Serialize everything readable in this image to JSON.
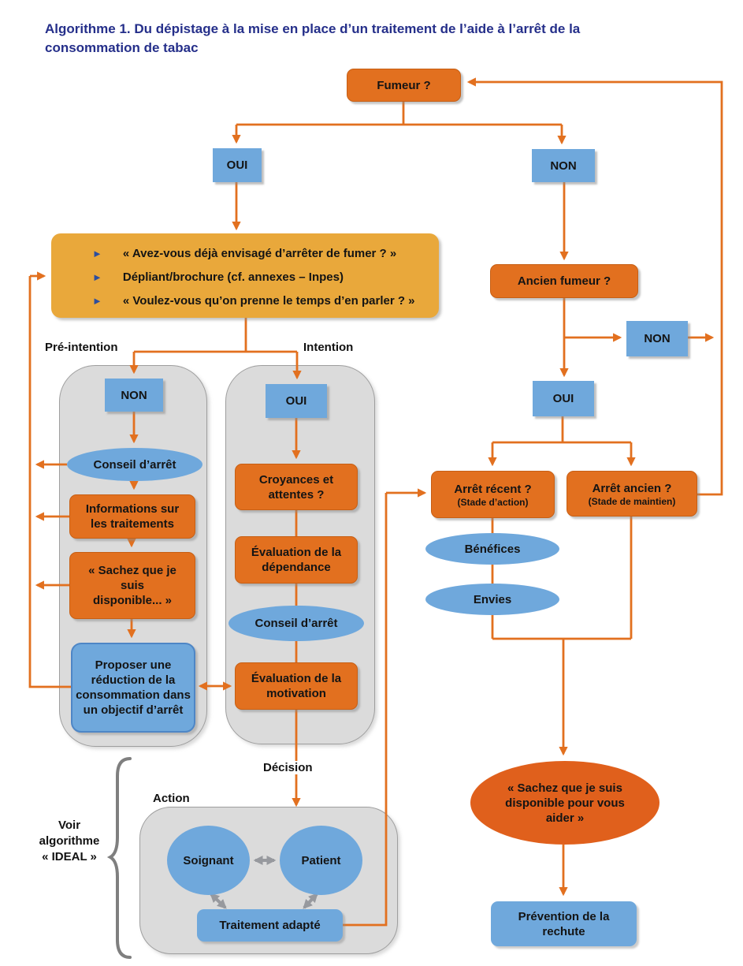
{
  "title": "Algorithme 1. Du dépistage à la mise en place d’un traitement de l’aide à l’arrêt de la\nconsommation de tabac",
  "labels": {
    "pre_intention": "Pré-intention",
    "intention": "Intention",
    "decision": "Décision",
    "action": "Action",
    "voir_algorithme": "Voir\nalgorithme\n« IDEAL »"
  },
  "icons": {
    "bullet_triangle": "►"
  },
  "nodes": {
    "fumeur": "Fumeur ?",
    "oui_top": "OUI",
    "non_top": "NON",
    "engage_bullets": [
      "« Avez-vous déjà envisagé d’arrêter de fumer ? »",
      "Dépliant/brochure (cf. annexes – Inpes)",
      "« Voulez-vous qu’on prenne le temps d’en parler ? »"
    ],
    "non_pre": "NON",
    "oui_intention": "OUI",
    "conseil_arret": "Conseil d’arrêt",
    "infos_traitements": "Informations sur les traitements",
    "sachez_disponible": "« Sachez que je\nsuis\ndisponible... »",
    "proposer_reduction": "Proposer une réduction de la consommation dans un objectif d’arrêt",
    "croyances_attentes": "Croyances et attentes ?",
    "evaluation_dependance": "Évaluation de la dépendance",
    "conseil_arret_2": "Conseil d’arrêt",
    "evaluation_motivation": "Évaluation de la motivation",
    "ancien_fumeur": "Ancien fumeur ?",
    "non_ancien": "NON",
    "oui_ancien": "OUI",
    "arret_recent": "Arrêt récent ?",
    "arret_recent_stade": "(Stade d’action)",
    "arret_ancien": "Arrêt ancien ?",
    "arret_ancien_stade": "(Stade de maintien)",
    "benefices": "Bénéfices",
    "envies": "Envies",
    "sachez_aider": "« Sachez que je suis disponible pour vous aider »",
    "prevention_rechute": "Prévention de la rechute",
    "soignant": "Soignant",
    "patient": "Patient",
    "traitement_adapte": "Traitement adapté"
  },
  "colors": {
    "orange": "#E2701F",
    "orange_ellipse": "#E0601C",
    "blue": "#6FA8DC",
    "yellow": "#E9A83B",
    "container_gray": "#DBDBDB",
    "title_navy": "#252F8A",
    "bullet_blue": "#2D4E9E",
    "wire_orange": "#E2701F",
    "wire_gray": "#97999E"
  }
}
